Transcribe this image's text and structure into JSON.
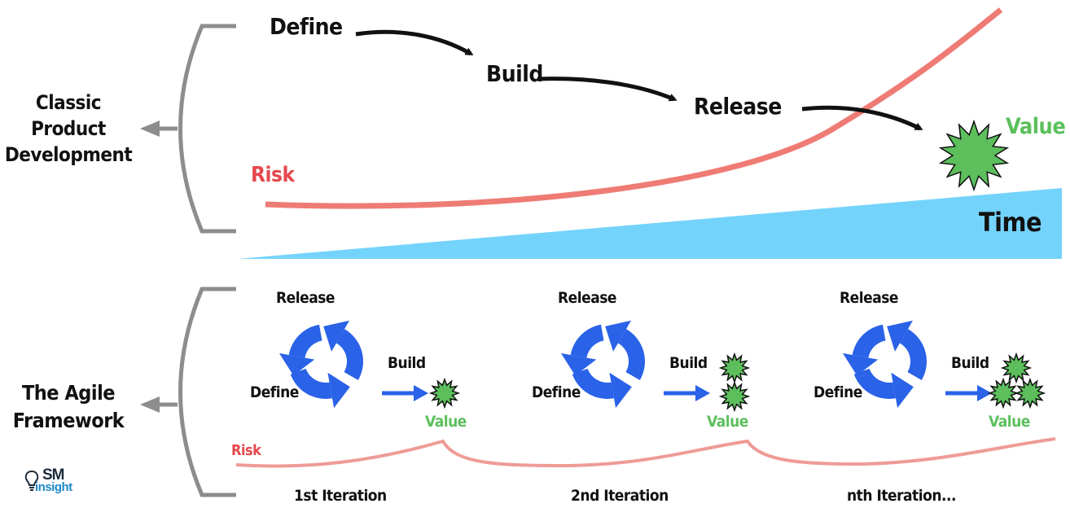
{
  "colors": {
    "risk": "#ef7b75",
    "risk_text": "#e5484d",
    "value": "#5cbf5c",
    "cycle": "#2a62e8",
    "time": "#74d3fb",
    "bracket": "#8d8d8d",
    "text": "#111111"
  },
  "classic": {
    "title": "Classic Product Development",
    "title_lines": [
      "Classic",
      "Product",
      "Development"
    ],
    "steps": [
      "Define",
      "Build",
      "Release"
    ],
    "risk_label": "Risk",
    "value_label": "Value",
    "time_label": "Time",
    "risk_trend": "low at start, rising exponentially over time",
    "value_count": 1
  },
  "agile": {
    "title": "The Agile Framework",
    "title_lines": [
      "The Agile",
      "Framework"
    ],
    "risk_label": "Risk",
    "iterations": [
      {
        "label": "1st Iteration",
        "release": "Release",
        "build": "Build",
        "define": "Define",
        "value": "Value",
        "value_count": 1
      },
      {
        "label": "2nd Iteration",
        "release": "Release",
        "build": "Build",
        "define": "Define",
        "value": "Value",
        "value_count": 2
      },
      {
        "label": "nth Iteration...",
        "release": "Release",
        "build": "Build",
        "define": "Define",
        "value": "Value",
        "value_count": 3
      }
    ]
  },
  "logo": {
    "line1": "SM",
    "line2": "insight",
    "icon": "lightbulb-icon"
  }
}
